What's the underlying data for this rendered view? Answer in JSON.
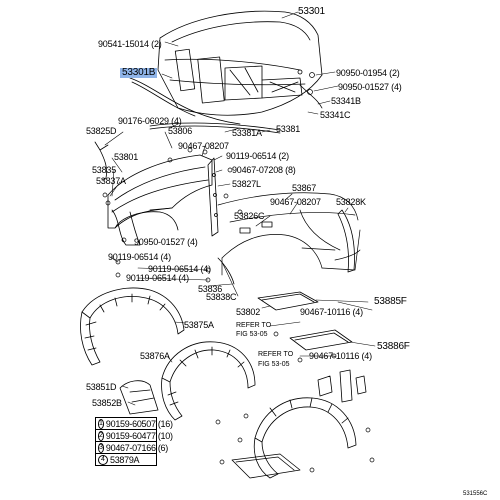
{
  "diagram": {
    "labels": {
      "l53301": "53301",
      "l90541": "90541-15014 (2)",
      "l53301b": "53301B",
      "l90950_1954": "90950-01954 (2)",
      "l90950_1527_4a": "90950-01527 (4)",
      "l53341b": "53341B",
      "l53341c": "53341C",
      "l90176": "90176-06029 (4)",
      "l53825d": "53825D",
      "l53806": "53806",
      "l53381a": "53381A",
      "l53381": "53381",
      "l53801": "53801",
      "l90467_08207a": "90467-08207",
      "l90119_06514_2": "90119-06514 (2)",
      "l53835": "53835",
      "l90467_07208": "90467-07208 (8)",
      "l53837a": "53837A",
      "l53827l": "53827L",
      "l53867": "53867",
      "l90467_08207b": "90467-08207",
      "l53828k": "53828K",
      "l53826c": "53826C",
      "l90950_1527_4b": "90950-01527 (4)",
      "l90119_06514_4a": "90119-06514 (4)",
      "l90119_06514_4b": "90119-06514 (4)",
      "l90119_06514_4c": "90119-06514 (4)",
      "l53836": "53836",
      "l53838c": "53838C",
      "l53885f": "53885F",
      "l53802": "53802",
      "l90467_10116_4a": "90467-10116 (4)",
      "l53875a": "53875A",
      "l53886f": "53886F",
      "l90467_10116_4b": "90467-10116 (4)",
      "l53876a": "53876A",
      "l53851d": "53851D",
      "l53852b": "53852B",
      "ref1a": "REFER TO",
      "ref1b": "FIG 53-05",
      "ref2a": "REFER TO",
      "ref2b": "FIG 53-05",
      "figno": "531556C"
    },
    "legend": [
      {
        "num": "1",
        "text": "90159-60507 (16)"
      },
      {
        "num": "2",
        "text": "90159-60477 (10)"
      },
      {
        "num": "3",
        "text": "90467-07166 (6)"
      },
      {
        "num": "4",
        "text": "53879A"
      }
    ],
    "highlight_color": "#8fb4e8"
  }
}
